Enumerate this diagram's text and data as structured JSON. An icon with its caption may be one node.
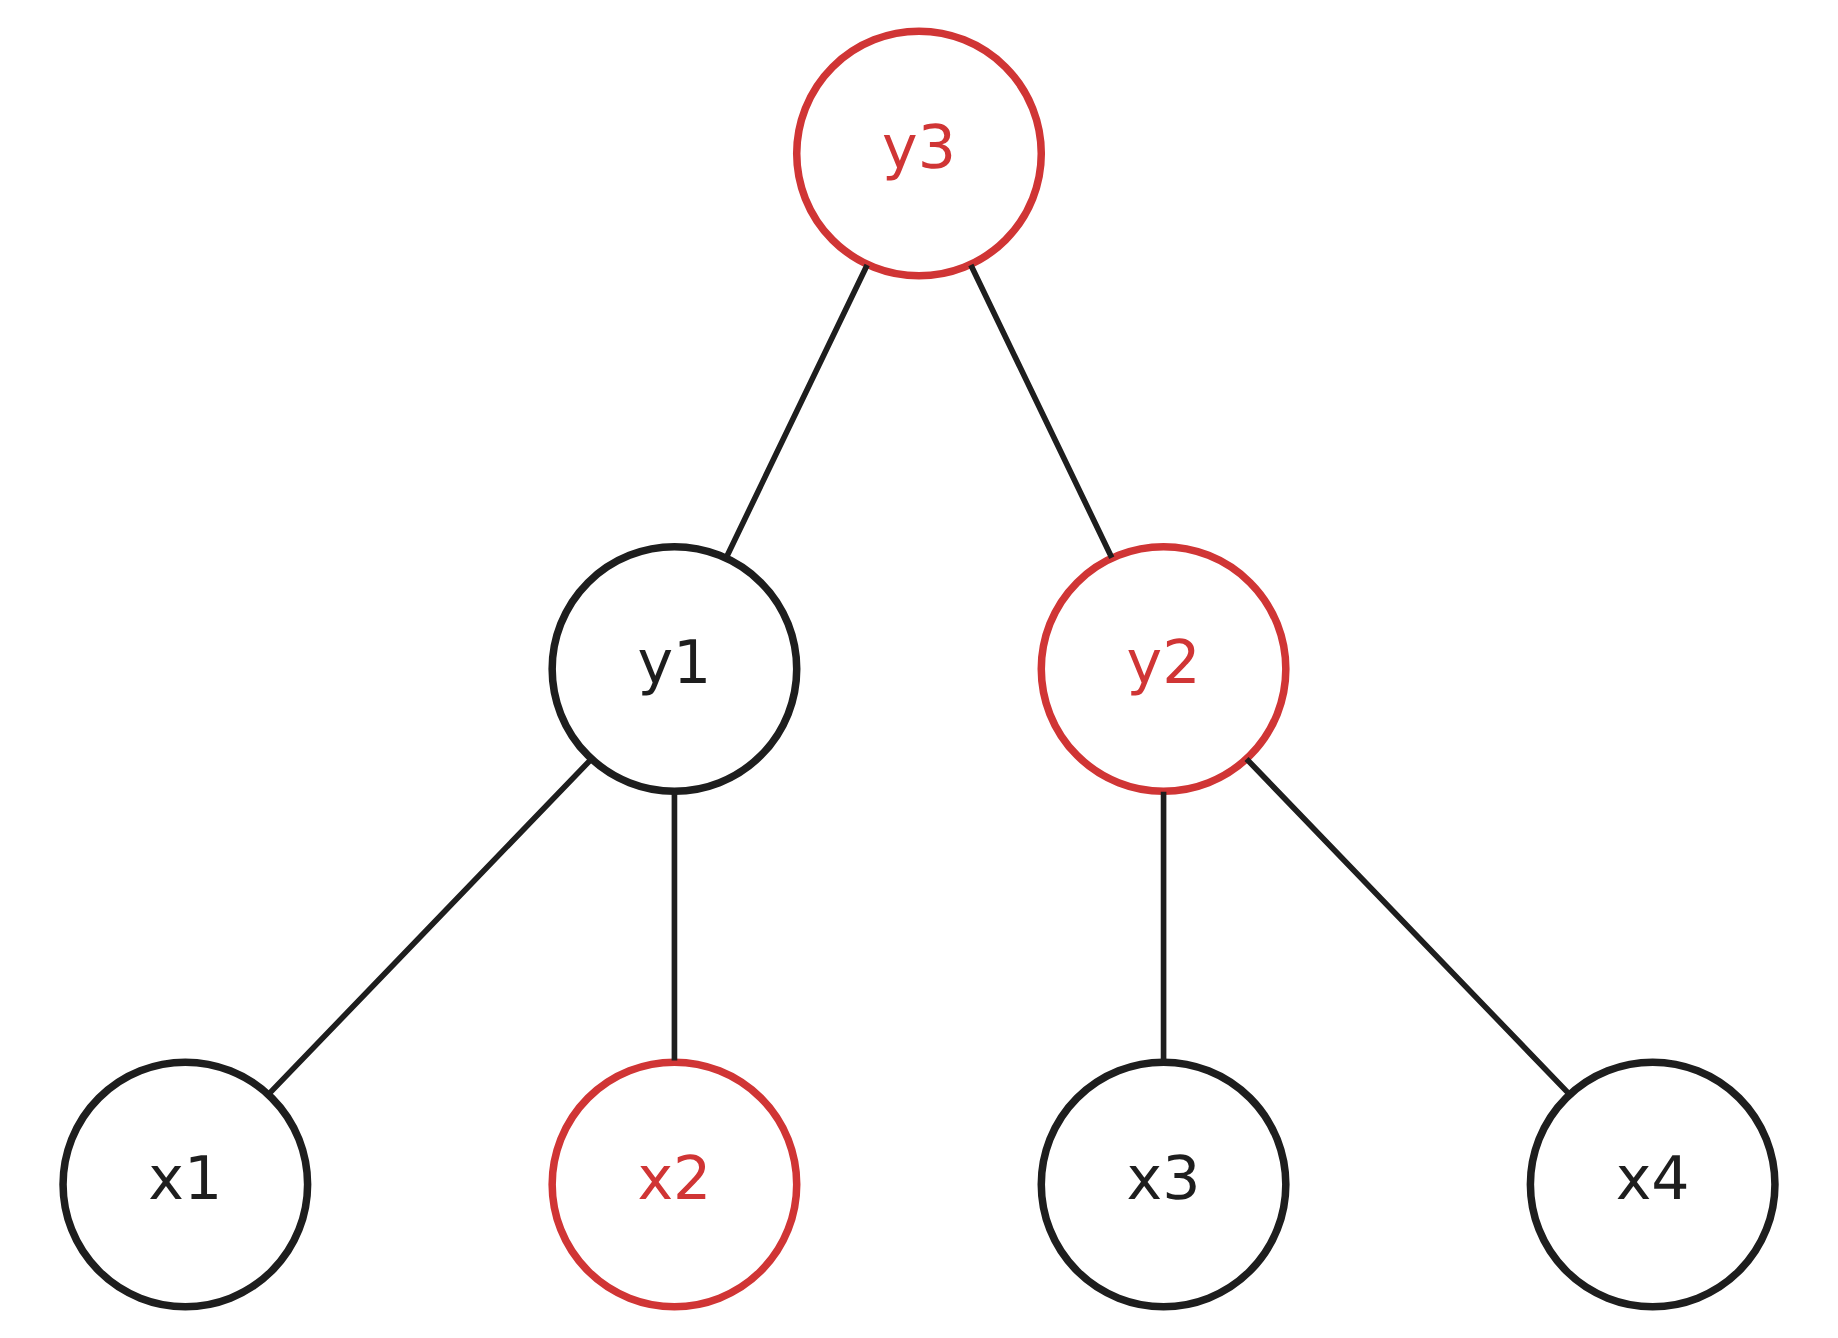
{
  "diagram": {
    "nodes": [
      {
        "text": [
          "y3"
        ]
      },
      {
        "text": [
          "y1"
        ]
      },
      {
        "text": [
          "y2"
        ]
      },
      {
        "text": [
          "x1"
        ]
      },
      {
        "text": [
          "x2"
        ]
      },
      {
        "text": [
          "x3"
        ]
      },
      {
        "text": [
          "x4"
        ]
      }
    ],
    "edges": [
      {
        "from": 0,
        "to": 1,
        "arrow": "none"
      },
      {
        "from": 0,
        "to": 2,
        "arrow": "none"
      },
      {
        "from": 1,
        "to": 3,
        "arrow": "none"
      },
      {
        "from": 1,
        "to": 4,
        "arrow": "none"
      },
      {
        "from": 2,
        "to": 5,
        "arrow": "none"
      },
      {
        "from": 2,
        "to": 6,
        "arrow": "none"
      }
    ]
  }
}
